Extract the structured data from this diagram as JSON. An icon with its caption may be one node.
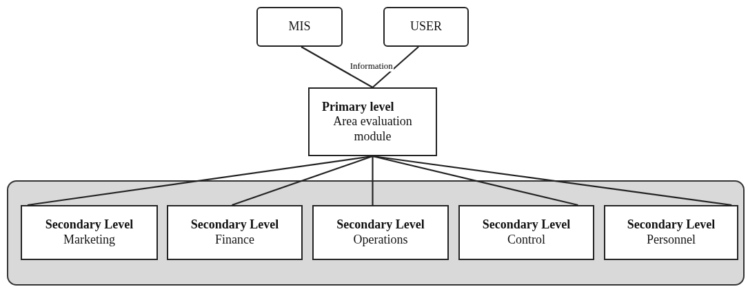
{
  "diagram": {
    "nodes": [
      {
        "text": [
          "MIS"
        ]
      },
      {
        "text": [
          "USER"
        ]
      },
      {
        "text": [
          "Primary level",
          "Area evaluation module"
        ]
      },
      {
        "text": [],
        "shape": "box"
      },
      {
        "text": [
          "Secondary Level",
          "Marketing"
        ],
        "in": 3
      },
      {
        "text": [
          "Secondary Level",
          "Finance"
        ],
        "in": 3
      },
      {
        "text": [
          "Secondary Level",
          "Operations"
        ],
        "in": 3
      },
      {
        "text": [
          "Secondary Level",
          "Control"
        ],
        "in": 3
      },
      {
        "text": [
          "Secondary Level",
          "Personnel"
        ],
        "in": 3
      }
    ],
    "edges": [
      {
        "from": 0,
        "to": 2,
        "arrow": "none",
        "label": "Information"
      },
      {
        "from": 1,
        "to": 2,
        "arrow": "none"
      },
      {
        "from": 2,
        "to": 4,
        "arrow": "none"
      },
      {
        "from": 2,
        "to": 5,
        "arrow": "none"
      },
      {
        "from": 2,
        "to": 6,
        "arrow": "none"
      },
      {
        "from": 2,
        "to": 7,
        "arrow": "none"
      },
      {
        "from": 2,
        "to": 8,
        "arrow": "none"
      }
    ]
  }
}
